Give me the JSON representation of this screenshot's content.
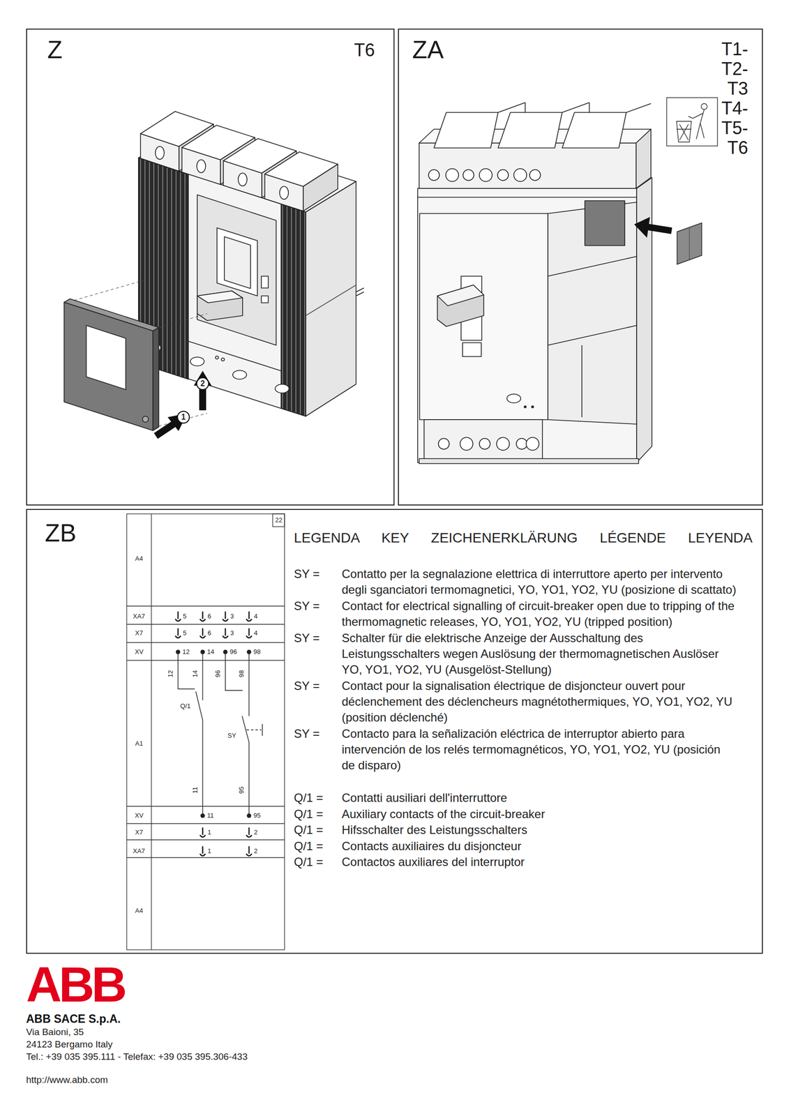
{
  "diagram": {
    "nodes": [
      {
        "text": [
          "Z",
          "T6"
        ]
      },
      {
        "text": [
          "ZA",
          "T1-T2-T3 T4-T5-T6"
        ]
      },
      {
        "text": [
          "ZB"
        ]
      }
    ],
    "labels": [
      "22",
      "A4",
      "XA7",
      "X7",
      "XV",
      "5",
      "6",
      "3",
      "4",
      "5",
      "6",
      "3",
      "4",
      "12",
      "14",
      "96",
      "98",
      "12",
      "14",
      "96",
      "98",
      "Q/1",
      "SY",
      "A1",
      "11",
      "95",
      "XV",
      "11",
      "95",
      "X7",
      "1",
      "2",
      "XA7",
      "1",
      "2",
      "A4",
      "1",
      "2",
      "LEGENDA KEY ZEICHENERKLÄRUNG LÉGENDE LEYENDA",
      "SY =",
      "Contatto per la segnalazione elettrica di interruttore aperto per intervento degli sganciatori termomagnetici, YO, YO1, YO2, YU (posizione di scattato)",
      "SY =",
      "Contact for electrical signalling of circuit-breaker open due to tripping of the thermomagnetic releases, YO, YO1, YO2, YU (tripped position)",
      "SY =",
      "Schalter für die elektrische Anzeige der Ausschaltung des Leistungsschalters wegen Auslösung der thermomagnetischen Auslöser YO, YO1, YO2, YU (Ausgelöst-Stellung)",
      "SY =",
      "Contact pour la signalisation électrique de disjoncteur ouvert pour déclenchement des déclencheurs magnétothermiques, YO, YO1, YO2, YU (position déclenché)",
      "SY =",
      "Contacto para la señalización eléctrica de interruptor abierto para intervención de los relés termomagnéticos, YO, YO1, YO2, YU (posición de disparo)",
      "Q/1 =",
      "Contatti ausiliari dell'interruttore",
      "Q/1 =",
      "Auxiliary contacts of the circuit-breaker",
      "Q/1 =",
      "Hifsschalter des Leistungsschalters",
      "Q/1 =",
      "Contacts auxiliaires du disjoncteur",
      "Q/1 =",
      "Contactos auxiliares del interruptor",
      "ABB",
      "ABB SACE S.p.A.",
      "Via Baioni, 35",
      "24123 Bergamo Italy",
      "Tel.: +39 035 395.111 - Telefax: +39 035 395.306-433",
      "http://www.abb.com"
    ]
  }
}
